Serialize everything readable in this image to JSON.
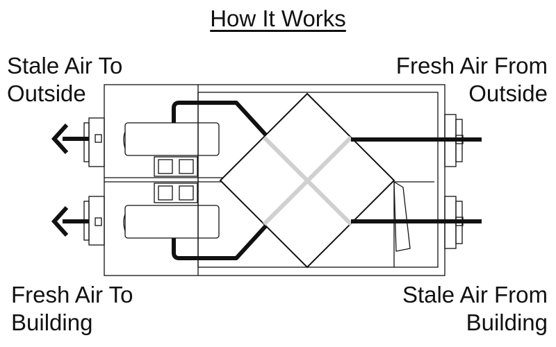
{
  "title": "How It Works",
  "labels": {
    "stale_air_to_outside": "Stale Air To\nOutside",
    "fresh_air_from_outside": "Fresh Air From\nOutside",
    "fresh_air_to_building": "Fresh Air To\nBuilding",
    "stale_air_from_building": "Stale Air From\nBuilding"
  },
  "colors": {
    "line": "#111111",
    "core_divider": "#d0d0d0"
  },
  "icons": [
    "arrow-left-icon",
    "arrow-left-icon"
  ]
}
